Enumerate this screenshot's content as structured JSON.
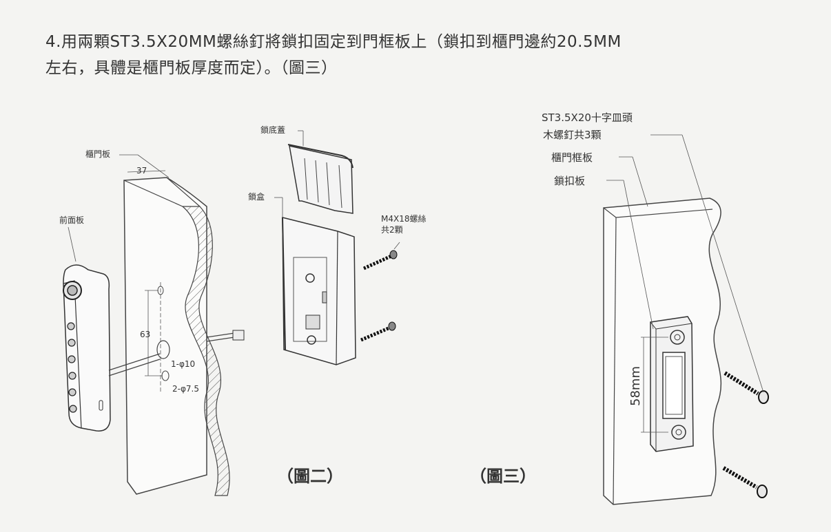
{
  "instruction": {
    "line1": "4.用兩顆ST3.5X20MM螺絲釘將鎖扣固定到門框板上（鎖扣到櫃門邊約20.5MM",
    "line2": "左右，具體是櫃門板厚度而定）。（圖三）"
  },
  "figure2": {
    "caption": "（圖二）",
    "labels": {
      "lock_cover": "鎖底蓋",
      "lock_box": "鎖盒",
      "cabinet_door": "櫃門板",
      "front_panel": "前面板",
      "screws_line1": "M4X18螺絲",
      "screws_line2": "共2顆"
    },
    "dimensions": {
      "door_thickness": "37",
      "hole_spacing": "63",
      "hole1": "1-φ10",
      "hole2": "2-φ7.5"
    }
  },
  "figure3": {
    "caption": "（圖三）",
    "labels": {
      "screw_spec": "ST3.5X20十字皿頭",
      "screw_count": "木螺釘共3顆",
      "door_frame": "櫃門框板",
      "strike_plate": "鎖扣板"
    },
    "dimensions": {
      "screw_spacing": "58mm"
    }
  }
}
